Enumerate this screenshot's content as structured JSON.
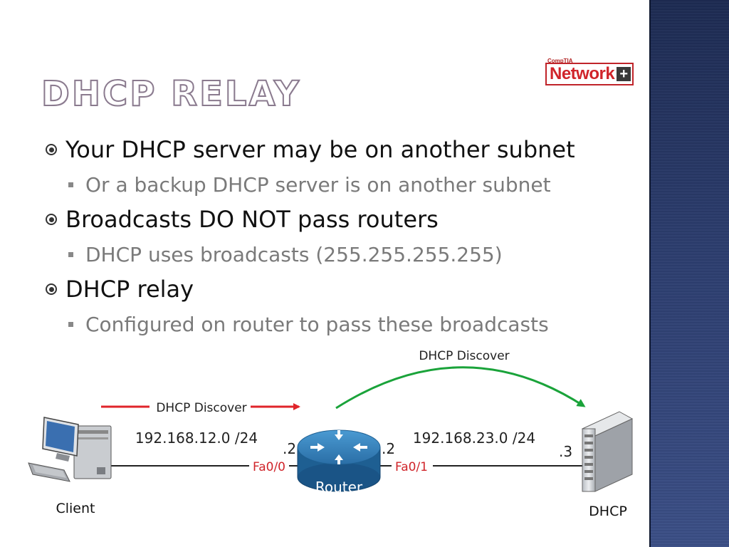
{
  "slide": {
    "title": "DHCP RELAY",
    "logo": {
      "brand_small": "CompTIA",
      "brand": "Network",
      "plus": "+"
    },
    "bullets": [
      {
        "text": "Your DHCP server may be on another subnet",
        "sub": "Or a backup DHCP server is on another subnet"
      },
      {
        "text": "Broadcasts DO NOT pass routers",
        "sub": "DHCP uses broadcasts (255.255.255.255)"
      },
      {
        "text": "DHCP relay",
        "sub": "Configured on router to pass these broadcasts"
      }
    ]
  },
  "diagram": {
    "left_arrow_label": "DHCP Discover",
    "curve_arrow_label": "DHCP Discover",
    "left_subnet": "192.168.12.0 /24",
    "right_subnet": "192.168.23.0 /24",
    "router_left_host": ".2",
    "router_right_host": ".2",
    "server_host": ".3",
    "left_iface": "Fa0/0",
    "right_iface": "Fa0/1",
    "router_label": "Router",
    "client_label": "Client",
    "server_label": "DHCP",
    "colors": {
      "red_arrow": "#e0242a",
      "green_arrow": "#1aa33a",
      "iface_text": "#d0242a",
      "router": "#2a78b0"
    }
  }
}
